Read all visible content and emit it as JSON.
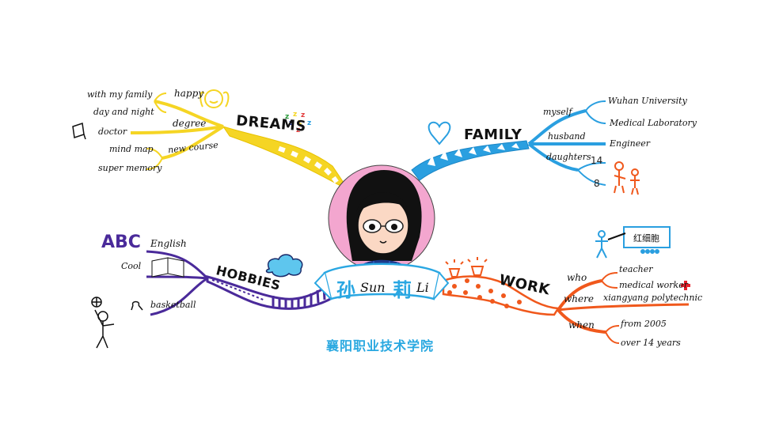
{
  "center": {
    "name_cn_family": "孙",
    "name_cn_given": "莉",
    "name_en_family": "Sun",
    "name_en_given": "Li",
    "circle_color": "#f3a6cf",
    "banner_color": "#2aa7e2"
  },
  "branches": {
    "dreams": {
      "label": "DREAMS",
      "color": "#f5d524",
      "sleep_marks": "zzz",
      "subs": [
        {
          "label": "happy",
          "leaves": [
            "with my family",
            "day and night"
          ]
        },
        {
          "label": "degree",
          "leaves": [
            "doctor"
          ]
        },
        {
          "label": "new course",
          "leaves": [
            "mind map",
            "super memory"
          ]
        }
      ]
    },
    "family": {
      "label": "FAMILY",
      "color": "#2a9fe0",
      "subs": [
        {
          "label": "myself",
          "leaves": [
            "Wuhan University",
            "Medical Laboratory"
          ]
        },
        {
          "label": "husband",
          "leaves": [
            "Engineer"
          ]
        },
        {
          "label": "daughters",
          "leaves": [
            "14",
            "8"
          ]
        }
      ]
    },
    "hobbies": {
      "label": "HOBBIES",
      "color": "#4a2a9a",
      "icon_text_abc": "ABC",
      "icon_text_cool": "Cool",
      "subs": [
        {
          "label": "English",
          "leaves": []
        },
        {
          "label": "",
          "leaves": []
        },
        {
          "label": "basketball",
          "leaves": []
        }
      ]
    },
    "work": {
      "label": "WORK",
      "color": "#f0581c",
      "board_text": "红细胞",
      "subs": [
        {
          "label": "who",
          "leaves": [
            "teacher",
            "medical worker"
          ]
        },
        {
          "label": "where",
          "leaves": [
            "xiangyang polytechnic"
          ]
        },
        {
          "label": "when",
          "leaves": [
            "from 2005",
            "over 14 years"
          ]
        }
      ]
    }
  },
  "footer": {
    "institution": "襄阳职业技术学院",
    "color": "#29a8e0"
  }
}
